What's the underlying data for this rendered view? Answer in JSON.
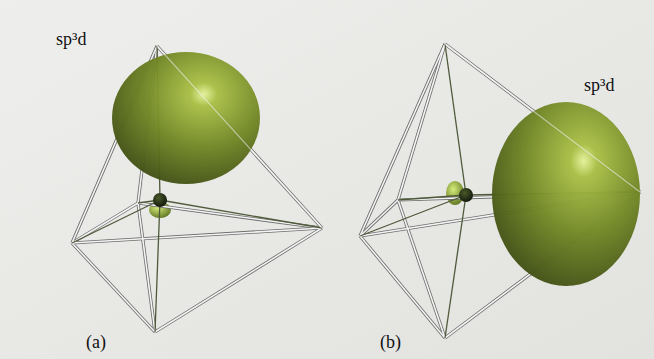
{
  "diagram": {
    "labels": [
      "sp³d",
      "sp³d",
      "(a)",
      "(b)"
    ]
  }
}
